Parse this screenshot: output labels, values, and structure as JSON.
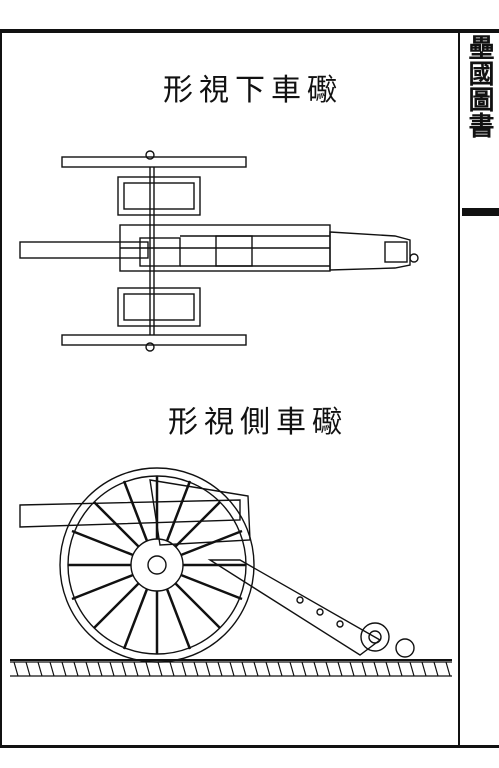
{
  "document": {
    "title_plan": "形視下車礮",
    "title_elevation": "形視側車礮",
    "margin_spine_text": "壘國圖書"
  },
  "colors": {
    "ink": "#111111",
    "paper": "#ffffff"
  }
}
